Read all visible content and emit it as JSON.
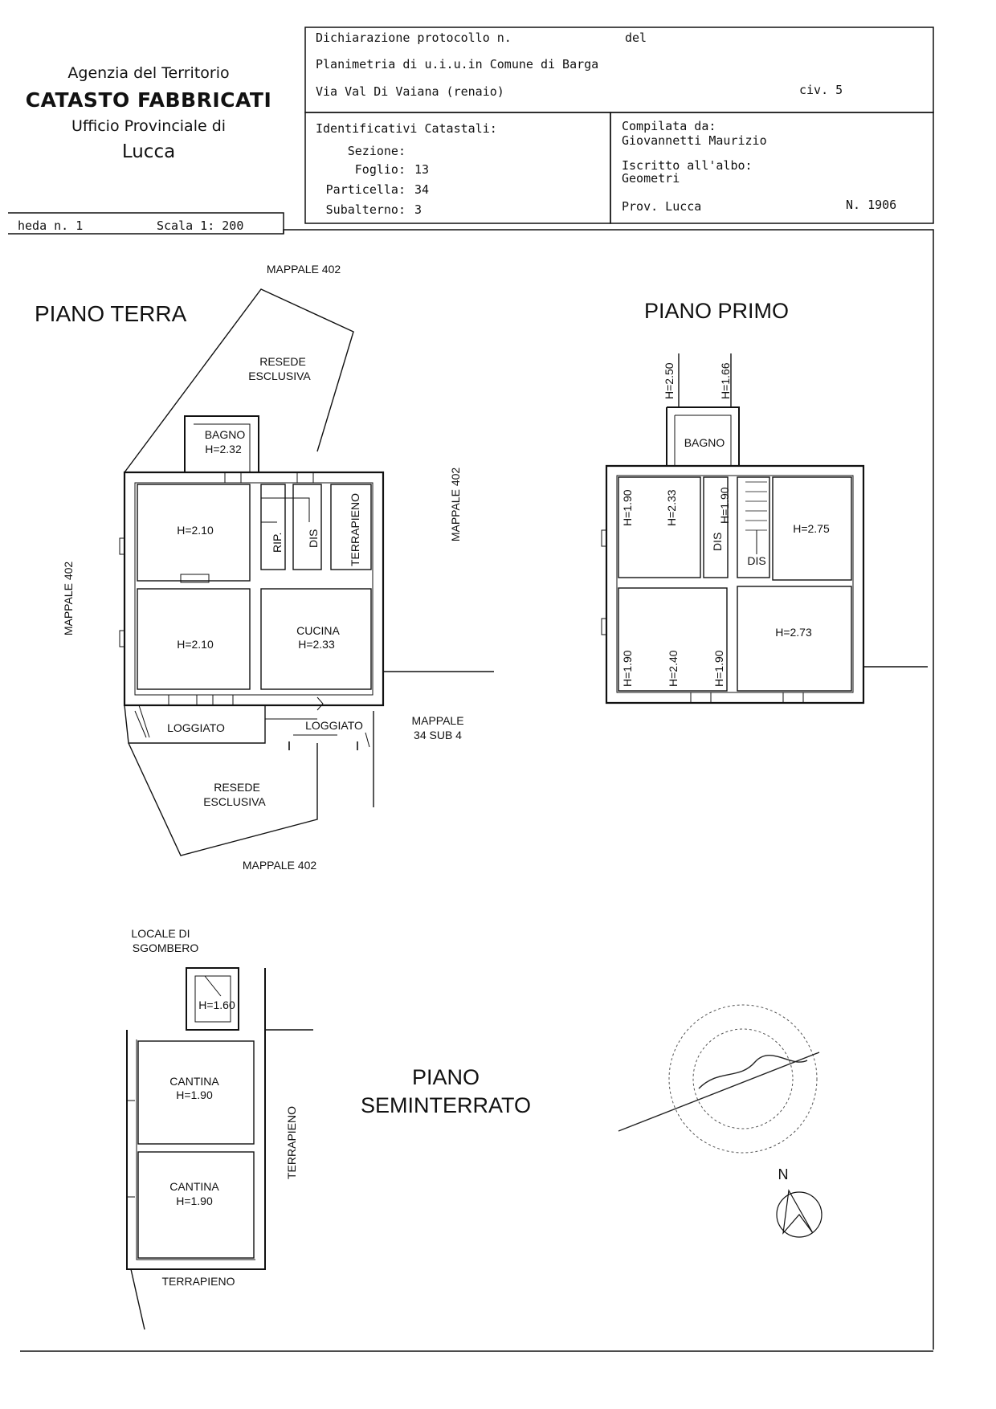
{
  "agency": {
    "line1": "Agenzia del Territorio",
    "line2": "CATASTO FABBRICATI",
    "line3": "Ufficio Provinciale di",
    "line4": "Lucca"
  },
  "scheda": {
    "label": "heda n. 1",
    "scala": "Scala 1: 200"
  },
  "protocol": {
    "dichiarazione": "Dichiarazione protocollo n.",
    "del": "del",
    "planimetria": "Planimetria di u.i.u.in Comune di Barga",
    "via": "Via Val Di Vaiana (renaio)",
    "civ": "civ. 5"
  },
  "identificativi": {
    "title": "Identificativi Catastali:",
    "sezione_label": "Sezione:",
    "foglio_label": "Foglio:",
    "foglio": "13",
    "particella_label": "Particella:",
    "particella": "34",
    "subalterno_label": "Subalterno:",
    "subalterno": "3"
  },
  "compilata": {
    "label": "Compilata da:",
    "name": "Giovannetti Maurizio",
    "iscritto": "Iscritto all'albo:",
    "albo": "Geometri",
    "prov": "Prov. Lucca",
    "numero": "N.  1906"
  },
  "floors": {
    "terra": "PIANO TERRA",
    "primo": "PIANO PRIMO",
    "seminterrato_1": "PIANO",
    "seminterrato_2": "SEMINTERRATO"
  },
  "labels": {
    "mappale402": "MAPPALE 402",
    "mappale_34": "MAPPALE",
    "mappale_34_sub": "34 SUB 4",
    "resede": "RESEDE",
    "esclusiva": "ESCLUSIVA",
    "bagno": "BAGNO",
    "cucina": "CUCINA",
    "loggiato": "LOGGIATO",
    "rip": "RIP.",
    "dis": "DIS",
    "terrapieno": "TERRAPIENO",
    "locale_di": "LOCALE DI",
    "sgombero": "SGOMBERO",
    "cantina": "CANTINA",
    "north": "N"
  },
  "heights": {
    "h232": "H=2.32",
    "h210": "H=2.10",
    "h233": "H=2.33",
    "h250": "H=2.50",
    "h166": "H=1.66",
    "h190": "H=1.90",
    "h275": "H=2.75",
    "h273": "H=2.73",
    "h240": "H=2.40",
    "h160": "H=1.60"
  }
}
